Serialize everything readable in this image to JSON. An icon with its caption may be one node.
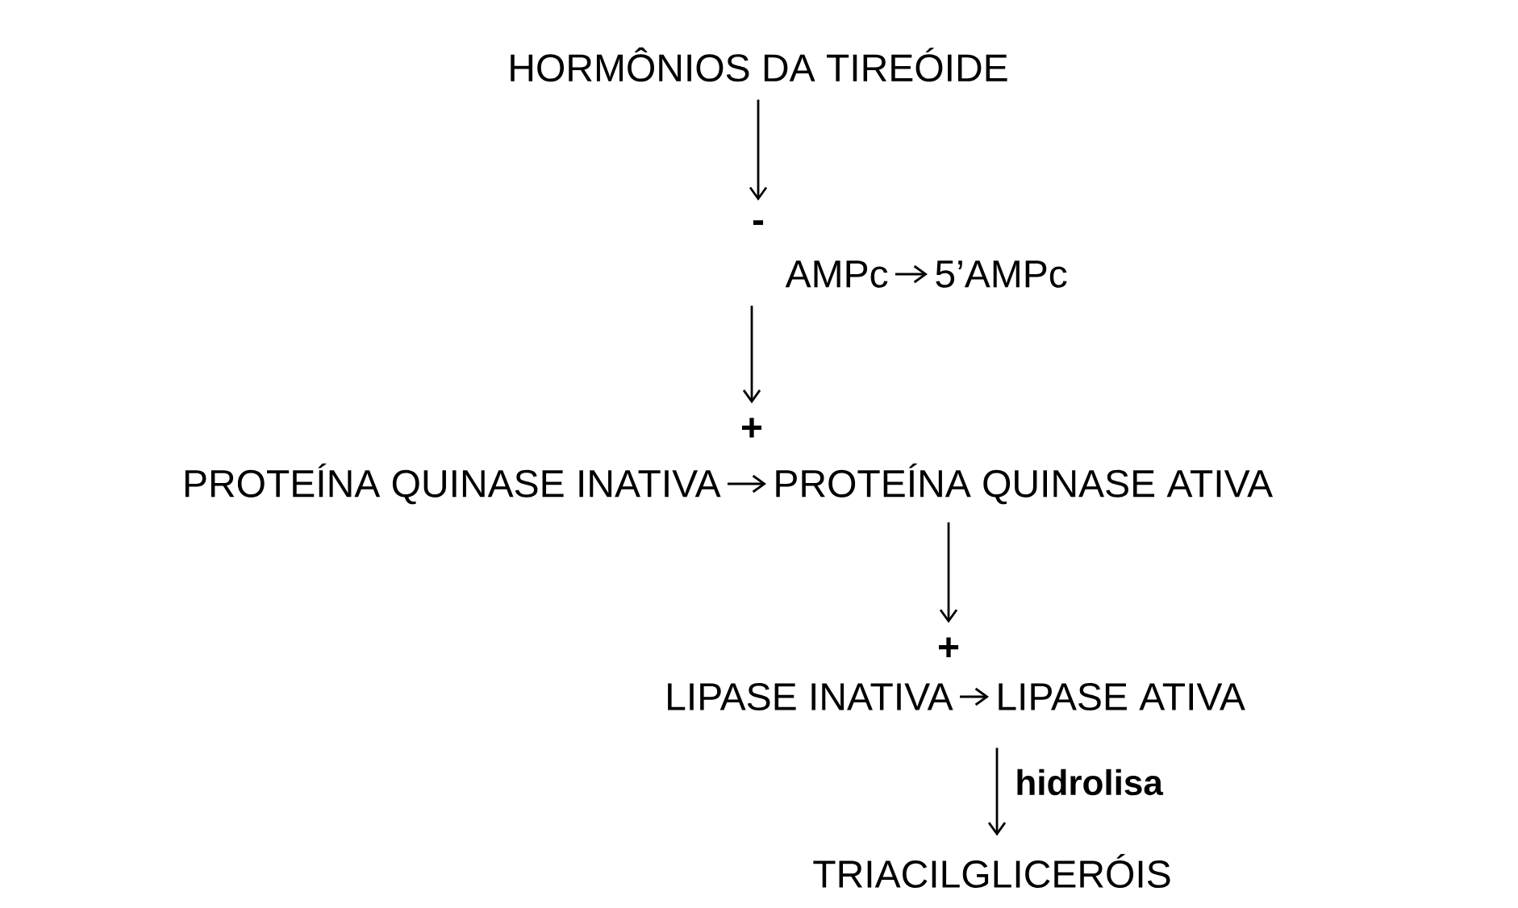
{
  "diagram": {
    "nodes": [
      {
        "text": [
          "HORMÔNIOS DA TIREÓIDE"
        ]
      },
      {
        "text": [
          "AMPc"
        ]
      },
      {
        "text": [
          "5’AMPc"
        ]
      },
      {
        "text": [
          "PROTEÍNA QUINASE INATIVA"
        ]
      },
      {
        "text": [
          "PROTEÍNA QUINASE ATIVA"
        ]
      },
      {
        "text": [
          "LIPASE INATIVA"
        ]
      },
      {
        "text": [
          "LIPASE ATIVA"
        ]
      },
      {
        "text": [
          "TRIACILGLICERÓIS"
        ]
      }
    ],
    "edges": [
      {
        "from": 0,
        "to": 1,
        "arrow": "to",
        "label": "-"
      },
      {
        "from": 1,
        "to": 2,
        "arrow": "to"
      },
      {
        "from": 1,
        "to": 3,
        "arrow": "to",
        "label": "+"
      },
      {
        "from": 3,
        "to": 4,
        "arrow": "to"
      },
      {
        "from": 4,
        "to": 5,
        "arrow": "to",
        "label": "+"
      },
      {
        "from": 5,
        "to": 6,
        "arrow": "to"
      },
      {
        "from": 6,
        "to": 7,
        "arrow": "to",
        "label": "hidrolisa"
      }
    ]
  }
}
